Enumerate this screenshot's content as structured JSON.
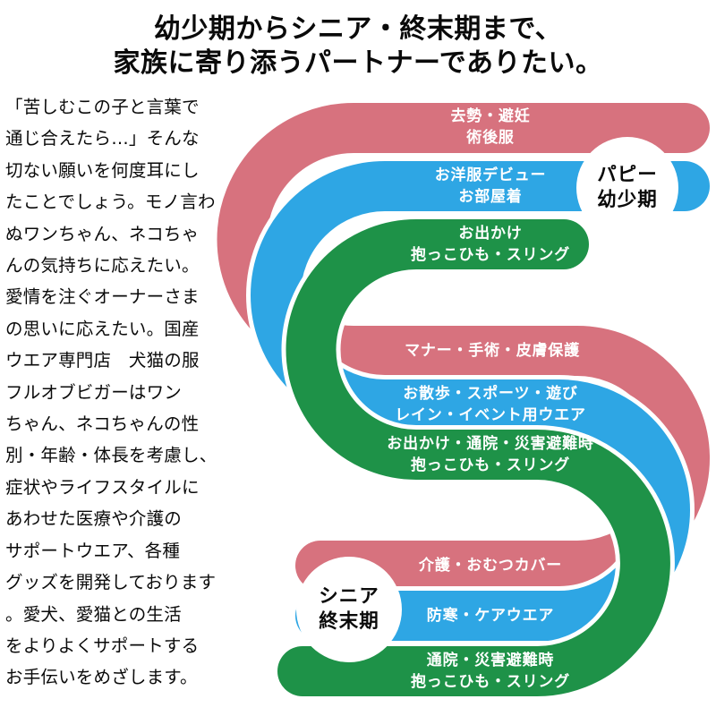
{
  "title": "幼少期からシニア・終末期まで、\n家族に寄り添うパートナーでありたい。",
  "intro": "「苦しむこの子と言葉で\n通じ合えたら…」そんな\n切ない願いを何度耳にし\nたことでしょう。モノ言わ\nぬワンちゃん、ネコちゃ\nんの気持ちに応えたい。\n愛情を注ぐオーナーさま\nの思いに応えたい。国産\nウエア専門店　犬猫の服\nフルオブビガーはワン\nちゃん、ネコちゃんの性\n別・年齢・体長を考慮し、\n症状やライフスタイルに\nあわせた医療や介護の\nサポートウエア、各種\nグッズを開発しております\n。愛犬、愛猫との生活\nをよりよくサポートする\nお手伝いをめざします。",
  "colors": {
    "pink": "#d7727e",
    "blue": "#2ea6e4",
    "green": "#1e9248",
    "background": "#ffffff"
  },
  "stages": {
    "puppy": "パピー\n幼少期",
    "senior": "シニア\n終末期"
  },
  "bands": {
    "puppy": [
      {
        "color": "pink",
        "text": "去勢・避妊\n術後服"
      },
      {
        "color": "blue",
        "text": "お洋服デビュー\nお部屋着"
      },
      {
        "color": "green",
        "text": "お出かけ\n抱っこひも・スリング"
      }
    ],
    "adult": [
      {
        "color": "pink",
        "text": "マナー・手術・皮膚保護"
      },
      {
        "color": "blue",
        "text": "お散歩・スポーツ・遊び\nレイン・イベント用ウエア"
      },
      {
        "color": "green",
        "text": "お出かけ・通院・災害避難時\n抱っこひも・スリング"
      }
    ],
    "senior": [
      {
        "color": "pink",
        "text": "介護・おむつカバー"
      },
      {
        "color": "blue",
        "text": "防寒・ケアウエア"
      },
      {
        "color": "green",
        "text": "通院・災害避難時\n抱っこひも・スリング"
      }
    ]
  }
}
